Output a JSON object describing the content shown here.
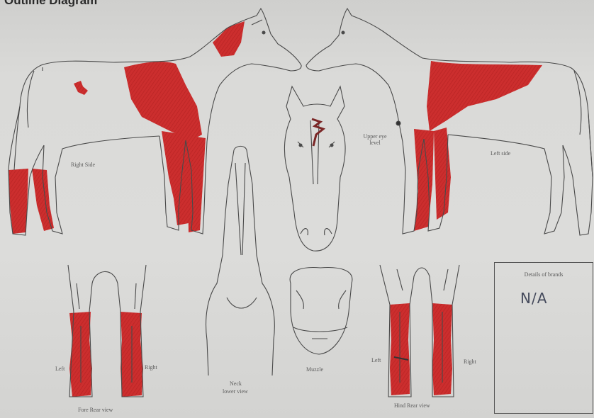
{
  "header": {
    "title": "Outline Diagram"
  },
  "labels": {
    "right_side": "Right Side",
    "left_side": "Left side",
    "upper_eye_level": "Upper eye level",
    "fore_left": "Left",
    "fore_right": "Right",
    "fore_view": "Fore Rear view",
    "neck": "Neck",
    "neck_view": "lower view",
    "muzzle": "Muzzle",
    "hind_left": "Left",
    "hind_right": "Right",
    "hind_view": "Hind Rear view"
  },
  "brands": {
    "title": "Details of brands",
    "value": "N/A"
  },
  "colors": {
    "marking": "#cc2e2e",
    "brand_mark": "#7a2626",
    "outline": "#4a4a4a",
    "paper": "#dadad8"
  }
}
